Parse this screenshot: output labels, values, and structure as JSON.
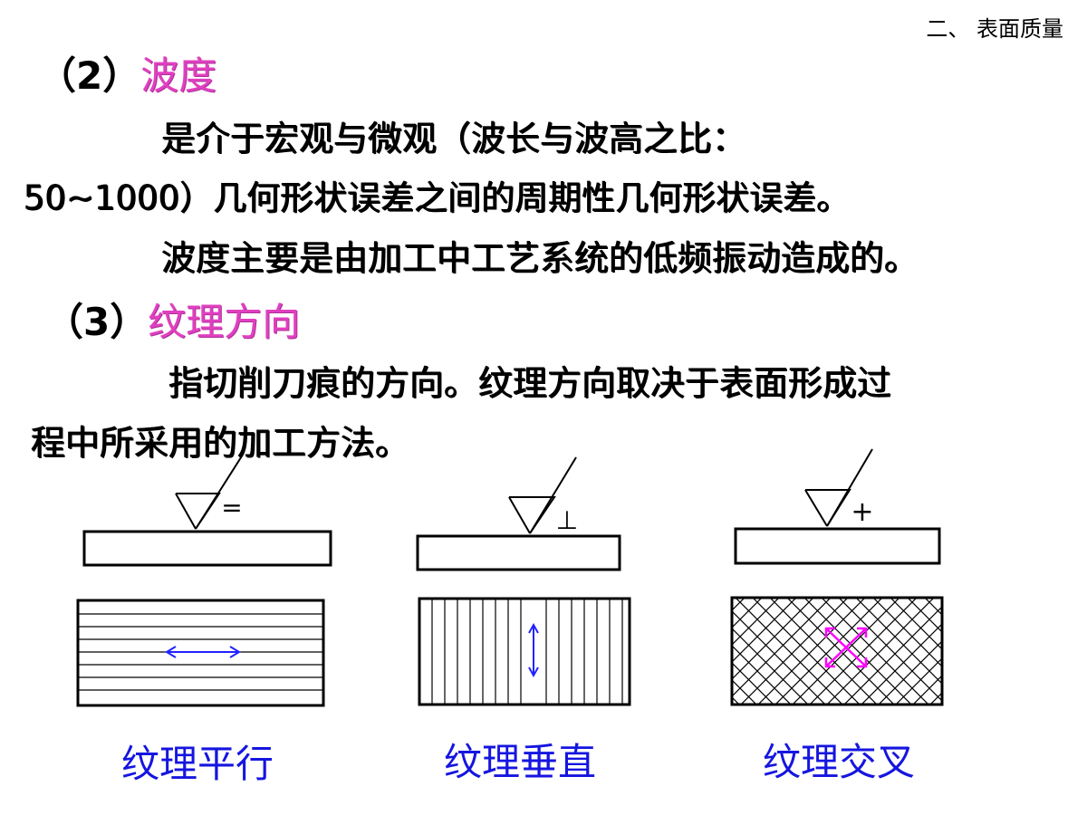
{
  "header": {
    "text": "二、 表面质量"
  },
  "section2": {
    "number": "（2）",
    "title": "波度",
    "line1": "是介于宏观与微观（波长与波高之比：",
    "line2": "50~1000）几何形状误差之间的周期性几何形状误差。",
    "line3": "波度主要是由加工中工艺系统的低频振动造成的。"
  },
  "section3": {
    "number": "（3）",
    "title": "纹理方向",
    "line1": "指切削刀痕的方向。纹理方向取决于表面形成过",
    "line2": "程中所采用的加工方法。"
  },
  "diagrams": [
    {
      "symbol": "=",
      "caption": "纹理平行"
    },
    {
      "symbol": "⊥",
      "caption": "纹理垂直"
    },
    {
      "symbol": "+",
      "caption": "纹理交叉"
    }
  ],
  "colors": {
    "title": "#e040c0",
    "caption": "#1515e0",
    "arrow_blue": "#2222ff",
    "arrow_magenta": "#ff00ff"
  }
}
